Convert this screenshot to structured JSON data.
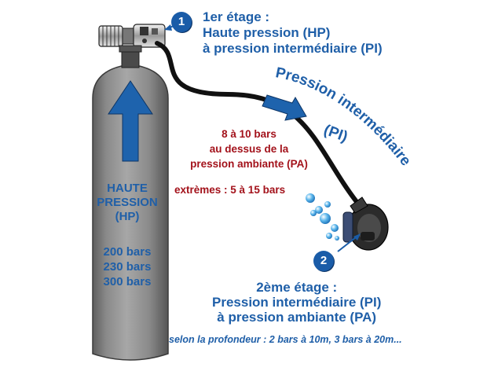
{
  "stage1": {
    "number": "1",
    "line1": "1er étage :",
    "line2": "Haute pression (HP)",
    "line3": "à pression intermédiaire (PI)"
  },
  "pi_label": {
    "line1": "Pression intermédiaire",
    "line2": "(PI)"
  },
  "pi_range": {
    "line1": "8 à 10 bars",
    "line2": "au dessus de  la",
    "line3": "pression ambiante (PA)",
    "extremes": "extrèmes : 5 à 15 bars"
  },
  "tank": {
    "line1": "HAUTE",
    "line2": "PRESSION",
    "line3": "(HP)",
    "bars1": "200 bars",
    "bars2": "230 bars",
    "bars3": "300 bars"
  },
  "stage2": {
    "number": "2",
    "line1": "2ème étage :",
    "line2": "Pression intermédiaire (PI)",
    "line3": "à pression ambiante (PA)"
  },
  "depth_note": "selon la profondeur : 2 bars à 10m, 3 bars à 20m...",
  "colors": {
    "blue_text": "#1f5fa8",
    "red_text": "#a3121b",
    "tank_gray": "#8d8d8d",
    "hose": "#111111"
  }
}
